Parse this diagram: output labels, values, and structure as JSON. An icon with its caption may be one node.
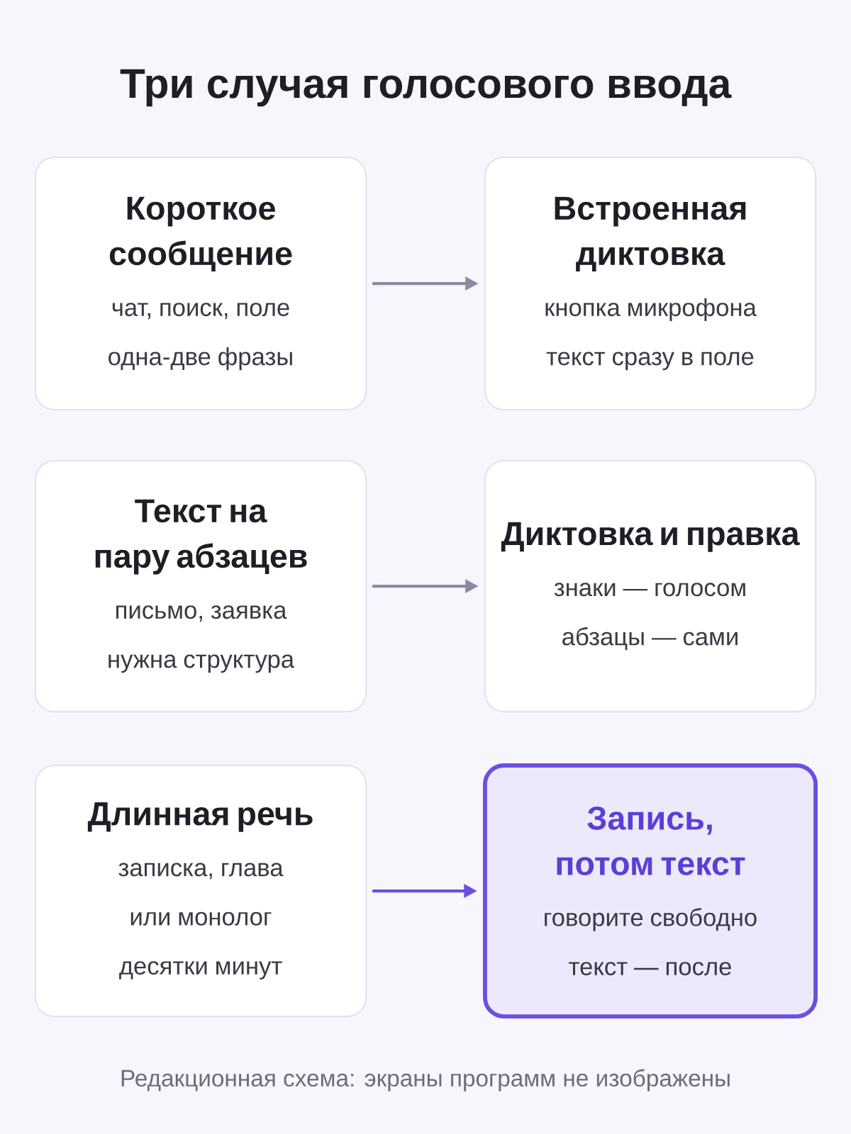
{
  "diagram": {
    "title": "Три случая голосового ввода",
    "nodes": [
      {
        "text": [
          "Короткое сообщение",
          "чат, поиск, поле",
          "одна-две фразы"
        ]
      },
      {
        "text": [
          "Встроенная диктовка",
          "кнопка микрофона",
          "текст сразу в поле"
        ]
      },
      {
        "text": [
          "Текст на пару абзацев",
          "письмо, заявка",
          "нужна структура"
        ]
      },
      {
        "text": [
          "Диктовка и правка",
          "знаки — голосом",
          "абзацы — сами"
        ]
      },
      {
        "text": [
          "Длинная речь",
          "записка, глава",
          "или монолог",
          "десятки минут"
        ]
      },
      {
        "text": [
          "Запись, потом текст",
          "говорите свободно",
          "текст — после"
        ]
      }
    ],
    "edges": [
      {
        "from": 0,
        "to": 1,
        "arrow": "to"
      },
      {
        "from": 2,
        "to": 3,
        "arrow": "to"
      },
      {
        "from": 4,
        "to": 5,
        "arrow": "to",
        "color": "#6a4fe0"
      }
    ],
    "labels": [
      "Редакционная схема: экраны программ не изображены"
    ]
  }
}
